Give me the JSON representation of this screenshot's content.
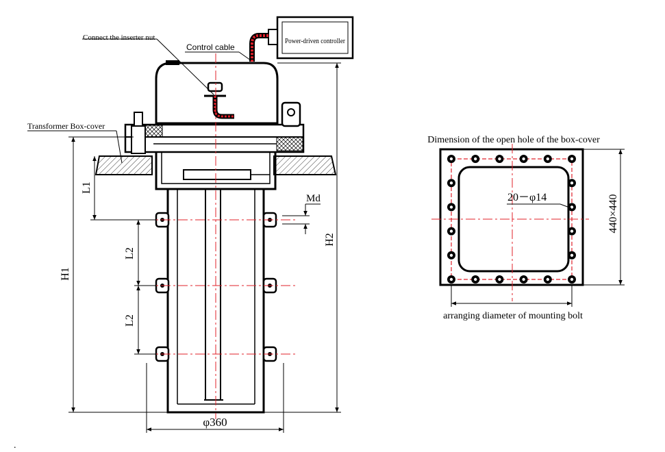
{
  "labels": {
    "connect_nut": "Connect the inserter nut",
    "control_cable": "Control cable",
    "controller": "Power-driven controller",
    "box_cover": "Transformer Box-cover",
    "l1": "L1",
    "l2_upper": "L2",
    "l2_lower": "L2",
    "h1": "H1",
    "h2": "H2",
    "md": "Md",
    "phi360": "φ360",
    "hole_title": "Dimension of the open hole of the box-cover",
    "holes": "20－φ14",
    "size": "440×440",
    "bolt_diameter": "arranging diameter of mounting bolt",
    "dot": "."
  },
  "colors": {
    "line": "#000000",
    "centerline": "#e0202a",
    "cable": "#e0202a"
  }
}
